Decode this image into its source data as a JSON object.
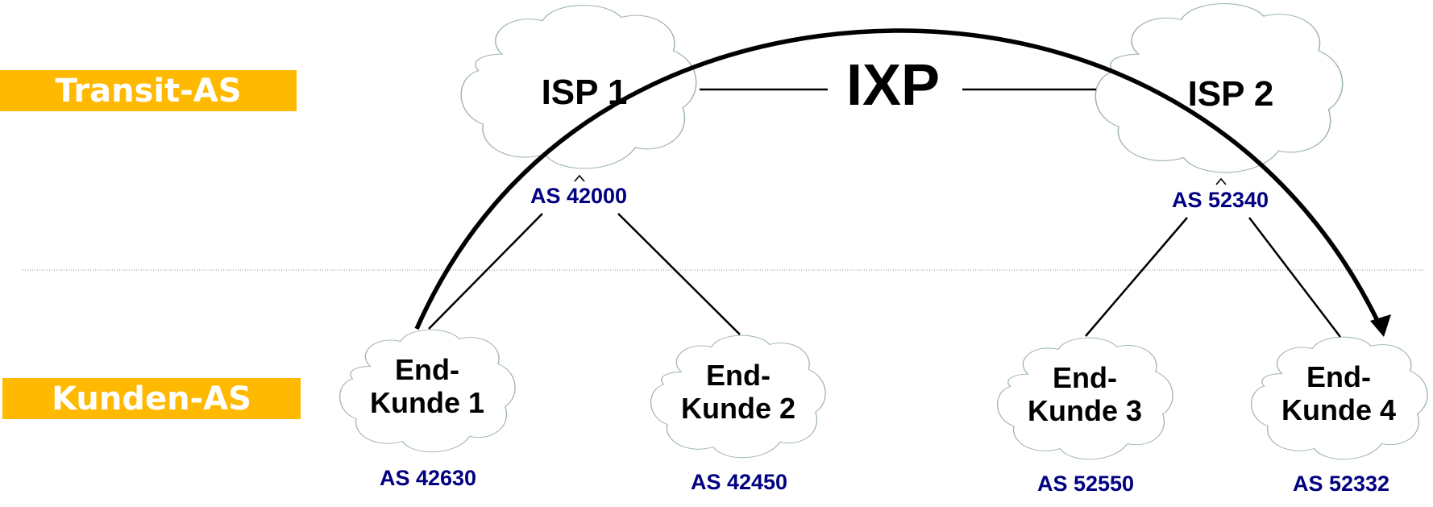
{
  "tiers": {
    "transit": {
      "label": "Transit-AS"
    },
    "customer": {
      "label": "Kunden-AS"
    }
  },
  "colors": {
    "tier_band": "#FFB900",
    "as_number": "#000080",
    "cloud_outline": "#9fb3b8",
    "links": "#000000"
  },
  "exchange": {
    "label": "IXP"
  },
  "isps": [
    {
      "id": "isp1",
      "name": "ISP 1",
      "as": "AS 42000"
    },
    {
      "id": "isp2",
      "name": "ISP 2",
      "as": "AS 52340"
    }
  ],
  "customers": [
    {
      "id": "c1",
      "line1": "End-",
      "line2": "Kunde 1",
      "as": "AS 42630",
      "upstream": "isp1"
    },
    {
      "id": "c2",
      "line1": "End-",
      "line2": "Kunde 2",
      "as": "AS 42450",
      "upstream": "isp1"
    },
    {
      "id": "c3",
      "line1": "End-",
      "line2": "Kunde 3",
      "as": "AS 52550",
      "upstream": "isp2"
    },
    {
      "id": "c4",
      "line1": "End-",
      "line2": "Kunde 4",
      "as": "AS 52332",
      "upstream": "isp2"
    }
  ],
  "traffic_path": {
    "from": "c1",
    "via": [
      "isp1",
      "IXP",
      "isp2"
    ],
    "to": "c4"
  }
}
